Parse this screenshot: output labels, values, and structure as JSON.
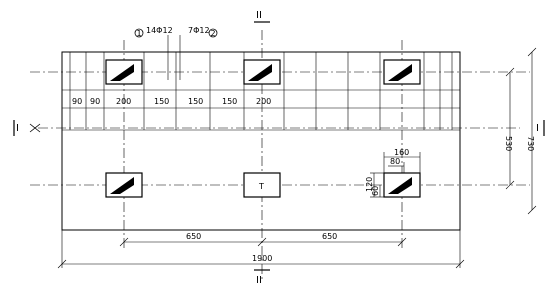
{
  "drawing": {
    "section_mark_top": "II",
    "section_mark_bottom": "II",
    "section_mark_left": "I",
    "section_mark_right": "I",
    "rebar_a": {
      "circle": "1",
      "label": "14Φ12"
    },
    "rebar_b": {
      "label": "7Φ12",
      "circle": "2"
    },
    "grid_dims": [
      "90",
      "90",
      "200",
      "150",
      "150",
      "150",
      "200"
    ],
    "dim_530": "530",
    "dim_730": "730",
    "dim_160": "160",
    "dim_80": "80",
    "dim_120": "120",
    "dim_60": "60",
    "dim_650_a": "650",
    "dim_650_b": "650",
    "dim_1900": "1900",
    "column_mark": "T"
  }
}
